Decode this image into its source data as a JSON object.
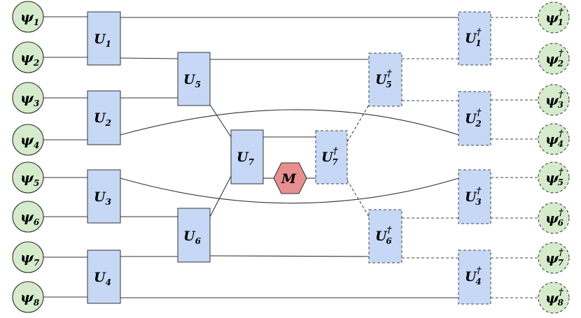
{
  "diagram": {
    "inputs": [
      {
        "symbol": "ψ",
        "index": "1"
      },
      {
        "symbol": "ψ",
        "index": "2"
      },
      {
        "symbol": "ψ",
        "index": "3"
      },
      {
        "symbol": "ψ",
        "index": "4"
      },
      {
        "symbol": "ψ",
        "index": "5"
      },
      {
        "symbol": "ψ",
        "index": "6"
      },
      {
        "symbol": "ψ",
        "index": "7"
      },
      {
        "symbol": "ψ",
        "index": "8"
      }
    ],
    "outputs": [
      {
        "symbol": "ψ",
        "index": "1",
        "dagger": "†"
      },
      {
        "symbol": "ψ",
        "index": "2",
        "dagger": "†"
      },
      {
        "symbol": "ψ",
        "index": "3",
        "dagger": "†"
      },
      {
        "symbol": "ψ",
        "index": "4",
        "dagger": "†"
      },
      {
        "symbol": "ψ",
        "index": "5",
        "dagger": "†"
      },
      {
        "symbol": "ψ",
        "index": "6",
        "dagger": "†"
      },
      {
        "symbol": "ψ",
        "index": "7",
        "dagger": "†"
      },
      {
        "symbol": "ψ",
        "index": "8",
        "dagger": "†"
      }
    ],
    "gates": [
      {
        "id": "u1",
        "symbol": "U",
        "index": "1"
      },
      {
        "id": "u2",
        "symbol": "U",
        "index": "2"
      },
      {
        "id": "u3",
        "symbol": "U",
        "index": "3"
      },
      {
        "id": "u4",
        "symbol": "U",
        "index": "4"
      },
      {
        "id": "u5",
        "symbol": "U",
        "index": "5"
      },
      {
        "id": "u6",
        "symbol": "U",
        "index": "6"
      },
      {
        "id": "u7",
        "symbol": "U",
        "index": "7"
      }
    ],
    "adjoint_gates": [
      {
        "id": "u1d",
        "symbol": "U",
        "index": "1",
        "dagger": "†"
      },
      {
        "id": "u2d",
        "symbol": "U",
        "index": "2",
        "dagger": "†"
      },
      {
        "id": "u3d",
        "symbol": "U",
        "index": "3",
        "dagger": "†"
      },
      {
        "id": "u4d",
        "symbol": "U",
        "index": "4",
        "dagger": "†"
      },
      {
        "id": "u5d",
        "symbol": "U",
        "index": "5",
        "dagger": "†"
      },
      {
        "id": "u6d",
        "symbol": "U",
        "index": "6",
        "dagger": "†"
      },
      {
        "id": "u7d",
        "symbol": "U",
        "index": "7",
        "dagger": "†"
      }
    ],
    "measurement": {
      "symbol": "M"
    },
    "colors": {
      "node_fill": "#d5ebcc",
      "gate_fill": "#c6d8f6",
      "measurement_fill": "#e88f8f",
      "line": "#333333"
    }
  }
}
